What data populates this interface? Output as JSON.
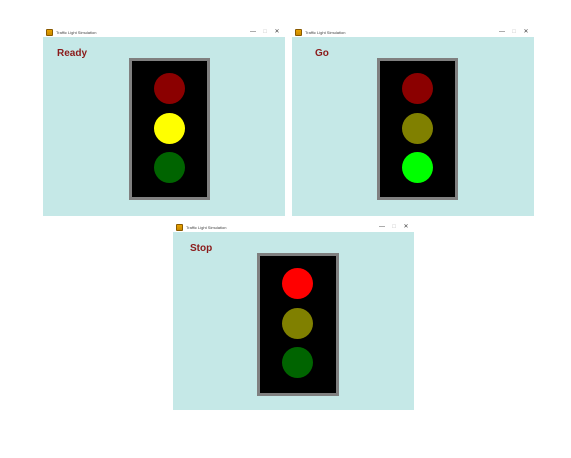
{
  "colors": {
    "window_bg": "#c5e8e7",
    "status_text": "#8b1a1a",
    "housing": "#000000",
    "housing_border": "#808080",
    "red_on": "#ff0000",
    "red_off": "#8b0000",
    "yellow_on": "#ffff00",
    "yellow_off": "#808000",
    "green_on": "#00ff00",
    "green_off": "#006400"
  },
  "windows": [
    {
      "title": "Traffic Light Simulation",
      "status": "Ready",
      "active_light": "yellow",
      "controls": {
        "minimize": "—",
        "maximize": "□",
        "close": "✕"
      }
    },
    {
      "title": "Traffic Light Simulation",
      "status": "Go",
      "active_light": "green",
      "controls": {
        "minimize": "—",
        "maximize": "□",
        "close": "✕"
      }
    },
    {
      "title": "Traffic Light Simulation",
      "status": "Stop",
      "active_light": "red",
      "controls": {
        "minimize": "—",
        "maximize": "□",
        "close": "✕"
      }
    }
  ]
}
